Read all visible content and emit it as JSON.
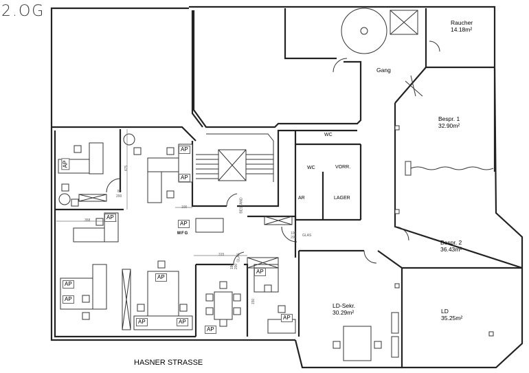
{
  "floor_label": "2.OG",
  "street": "HASNER STRASSE",
  "rooms": {
    "raucher": {
      "name": "Raucher",
      "area": "14.18m²"
    },
    "gang": {
      "name": "Gang"
    },
    "bespr1": {
      "name": "Bespr. 1",
      "area": "32.90m²"
    },
    "bespr2": {
      "name": "Bespr. 2",
      "area": "36.43m²"
    },
    "ld": {
      "name": "LD",
      "area": "35.25m²"
    },
    "ldsekr": {
      "name": "LD-Sekr.",
      "area": "30.29m²"
    },
    "wc1": "WC",
    "wc2": "WC",
    "vorr": "VORR.",
    "ar": "AR",
    "lager": "LAGER"
  },
  "workstation_label": "AP",
  "mfg_label": "MFG",
  "dimensions": {
    "d475": "475",
    "d80a": "80",
    "d80b": "200",
    "d100": "100",
    "d358": "358",
    "d100a": "100",
    "d100b": "200",
    "glas": "GLAS",
    "d315": "315",
    "d180a": "180",
    "d180b": "200",
    "glas2": "GLAS",
    "d150": "150",
    "bestand": "BESTAND"
  }
}
